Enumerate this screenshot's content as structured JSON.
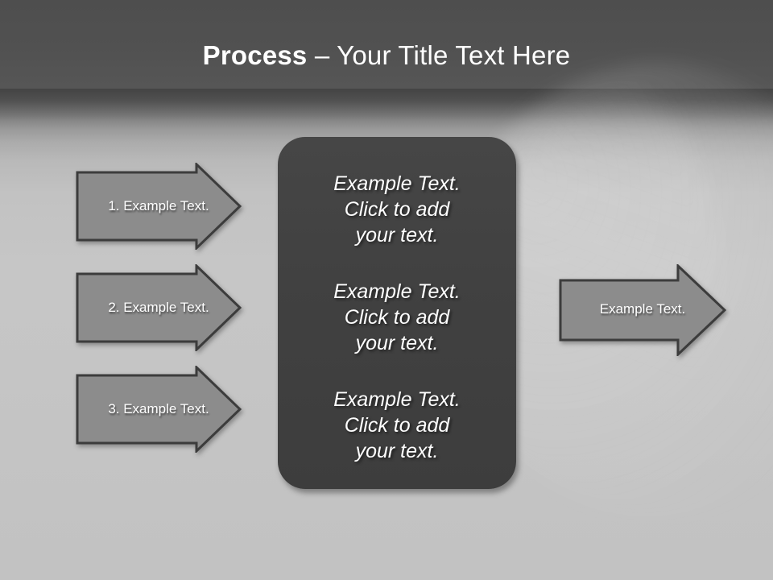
{
  "slide": {
    "title_bold": "Process",
    "title_rest": " – Your Title Text Here",
    "colors": {
      "header_top": "#4e4e4e",
      "header_bottom": "#5d5d5d",
      "body_background": "#c4c4c4",
      "arrow_fill": "#8c8c8c",
      "arrow_border": "#3c3c3c",
      "panel_fill": "#414141",
      "text_white": "#ffffff"
    }
  },
  "left_arrows": [
    {
      "label": "1. Example Text."
    },
    {
      "label": "2. Example Text."
    },
    {
      "label": "3. Example Text."
    }
  ],
  "right_arrow": {
    "label": "Example Text."
  },
  "center_panel": {
    "blocks": [
      {
        "text": "Example Text.\nClick  to add\nyour text."
      },
      {
        "text": "Example Text.\nClick  to add\nyour text."
      },
      {
        "text": "Example Text.\nClick  to add\nyour text."
      }
    ]
  }
}
